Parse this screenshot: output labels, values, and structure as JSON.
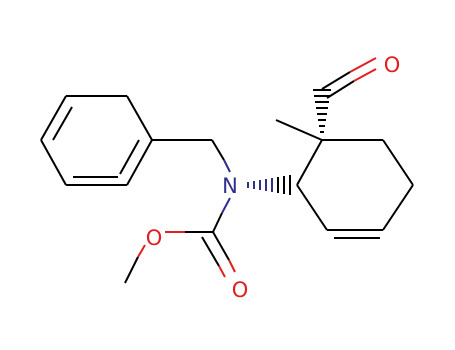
{
  "molecule": {
    "atoms": {
      "nitrogen": {
        "symbol": "N",
        "color": "#2f2f8c"
      },
      "carbamate_carbonyl_oxygen": {
        "symbol": "O",
        "color": "#e02020"
      },
      "carbamate_ester_oxygen": {
        "symbol": "O",
        "color": "#e02020"
      },
      "aldehyde_oxygen": {
        "symbol": "O",
        "color": "#e02020"
      }
    },
    "bond_color": "#000000",
    "wedge_color": "#2f2f8c"
  }
}
